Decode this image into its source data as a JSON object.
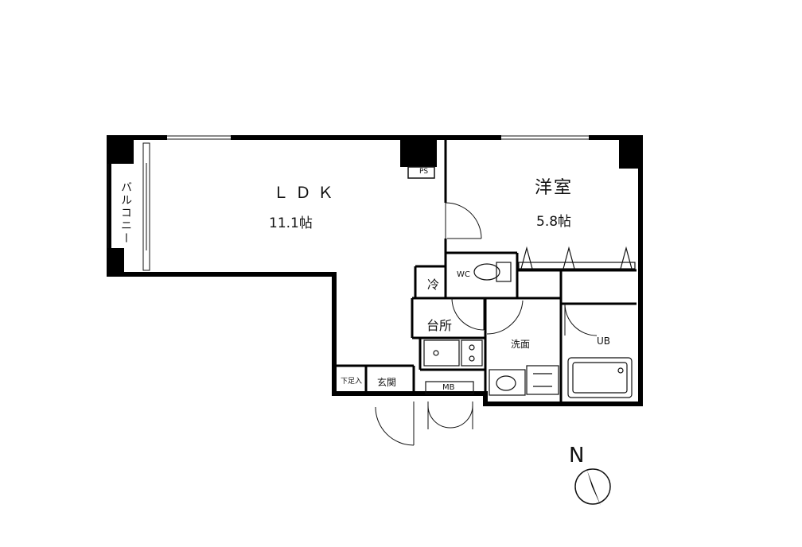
{
  "rooms": {
    "ldk": {
      "name": "ＬＤＫ",
      "size": "11.1帖"
    },
    "bedroom": {
      "name": "洋室",
      "size": "5.8帖"
    },
    "balcony": {
      "name": "バルコニー"
    },
    "kitchen": {
      "name": "台所"
    },
    "fridge": {
      "name": "冷"
    },
    "toilet": {
      "name": "WC"
    },
    "washroom": {
      "name": "洗面"
    },
    "bath": {
      "name": "UB"
    },
    "entrance": {
      "name": "玄関"
    },
    "shoe_box": {
      "name": "下足入"
    },
    "meter_box": {
      "name": "MB"
    },
    "pipe_space": {
      "name": "PS"
    }
  },
  "compass": {
    "label": "N"
  },
  "colors": {
    "wall": "#000000",
    "line": "#111111",
    "background": "#ffffff"
  }
}
